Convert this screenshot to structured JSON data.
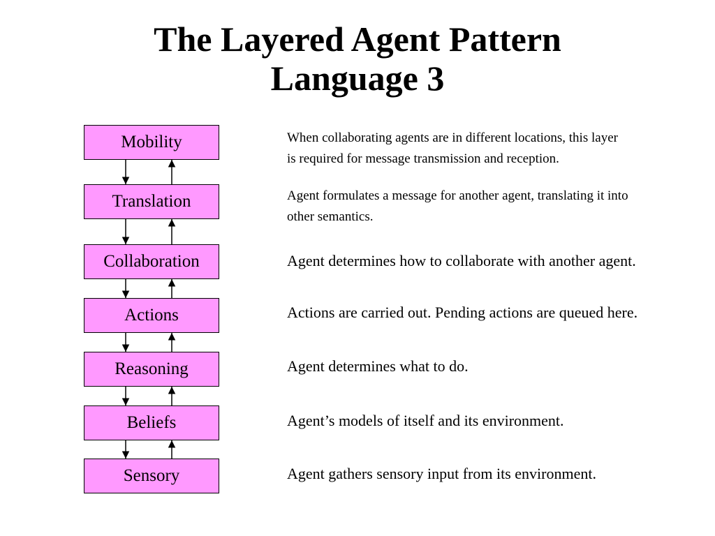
{
  "title": {
    "line1": "The Layered Agent Pattern",
    "line2": "Language 3"
  },
  "layers": [
    {
      "label": "Mobility",
      "description_lines": [
        "When collaborating agents are in different locations, this layer",
        "is required for message transmission and reception."
      ]
    },
    {
      "label": "Translation",
      "description_lines": [
        "Agent formulates a message for another agent, translating it into",
        "other semantics."
      ]
    },
    {
      "label": "Collaboration",
      "description_lines": [
        "Agent determines how to collaborate with another agent."
      ]
    },
    {
      "label": "Actions",
      "description_lines": [
        "Actions are carried out. Pending actions are queued here."
      ]
    },
    {
      "label": "Reasoning",
      "description_lines": [
        "Agent determines what to do."
      ]
    },
    {
      "label": "Beliefs",
      "description_lines": [
        "Agent’s models of itself and its environment."
      ]
    },
    {
      "label": "Sensory",
      "description_lines": [
        "Agent gathers sensory input from its environment."
      ]
    }
  ],
  "colors": {
    "box_fill": "#ff99ff",
    "box_border": "#000000",
    "arrow": "#000000"
  }
}
